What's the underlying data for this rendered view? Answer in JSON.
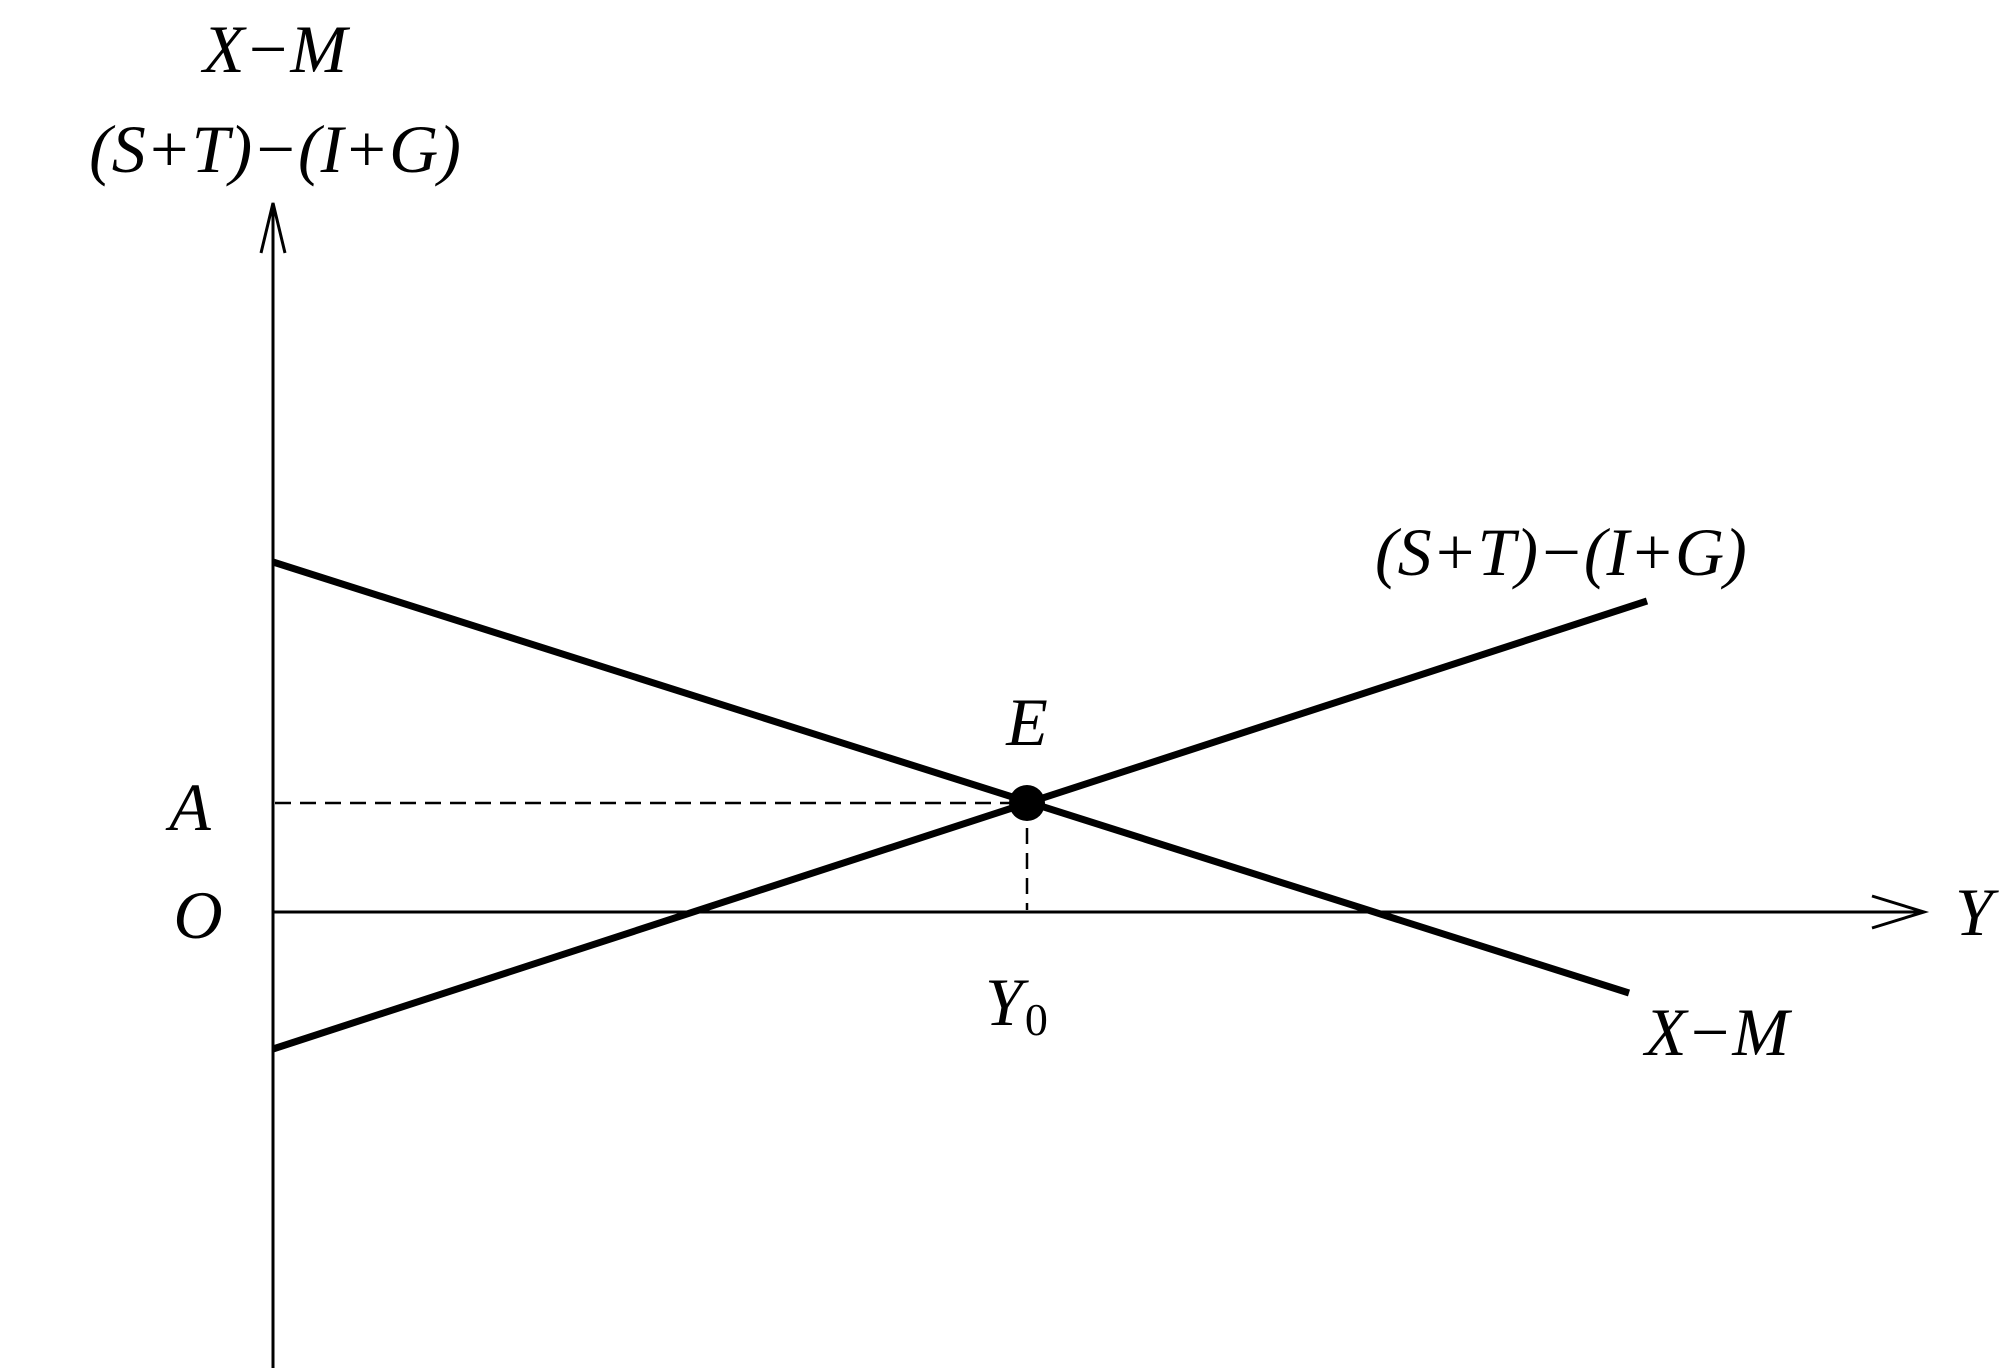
{
  "diagram": {
    "y_axis_label_line1": "X−M",
    "y_axis_label_line2": "(S+T)−(I+G)",
    "x_axis_label": "Y",
    "origin_label": "O",
    "level_label": "A",
    "equilibrium_label": "E",
    "equilibrium_output_base": "Y",
    "equilibrium_output_subscript": "0",
    "rising_curve_label": "(S+T)−(I+G)",
    "falling_curve_label": "X−M"
  },
  "colors": {
    "ink": "#000000",
    "background": "#ffffff"
  }
}
